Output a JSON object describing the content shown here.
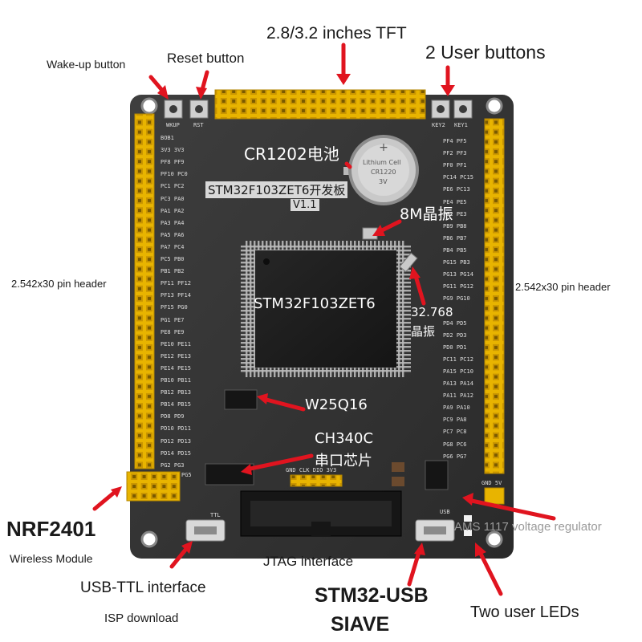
{
  "labels": {
    "wake_up": "Wake-up button",
    "reset": "Reset button",
    "tft": "2.8/3.2 inches TFT",
    "user_buttons": "2 User buttons",
    "header_left": "2.542x30 pin header",
    "header_right": "2.542x30 pin header",
    "nrf": "NRF2401",
    "wireless": "Wireless Module",
    "usb_ttl": "USB-TTL interface",
    "isp": "ISP download",
    "jtag": "JTAG interface",
    "stm32_usb_1": "STM32-USB",
    "stm32_usb_2": "SIAVE",
    "leds": "Two user LEDs",
    "ams": "AMS 1117 voltage regulator"
  },
  "board": {
    "cr1202": "CR1202电池",
    "title": "STM32F103ZET6开发板",
    "version": "V1.1",
    "crystal_8m": "8M晶振",
    "chip": "STM32F103ZET6",
    "crystal_32k_1": "32.768",
    "crystal_32k_2": "晶振",
    "flash": "W25Q16",
    "ch340_1": "CH340C",
    "ch340_2": "串口芯片",
    "battery_1": "Lithium Cell",
    "battery_2": "CR1220",
    "battery_3": "3V",
    "silk_wkup": "WKUP",
    "silk_rst": "RST",
    "silk_key2": "KEY2",
    "silk_key1": "KEY1",
    "silk_ttl": "TTL",
    "silk_usb": "USB",
    "silk_swd": "GND CLK DIO 3V3",
    "silk_gnd5v": "GND 5V",
    "silk_pg5": "PG5",
    "left_pins": [
      "BOB1",
      "3V3 3V3",
      "PF8 PF9",
      "PF10 PC0",
      "PC1 PC2",
      "PC3 PA0",
      "PA1 PA2",
      "PA3 PA4",
      "PA5 PA6",
      "PA7 PC4",
      "PC5 PB0",
      "PB1 PB2",
      "PF11 PF12",
      "PF13 PF14",
      "PF15 PG0",
      "PG1 PE7",
      "PE8 PE9",
      "PE10 PE11",
      "PE12 PE13",
      "PE14 PE15",
      "PB10 PB11",
      "PB12 PB13",
      "PB14 PB15",
      "PD8 PD9",
      "PD10 PD11",
      "PD12 PD13",
      "PD14 PD15",
      "PG2 PG3"
    ],
    "right_pins": [
      "PF4 PF5",
      "PF2 PF3",
      "PF0 PF1",
      "PC14 PC15",
      "PE6 PC13",
      "PE4 PE5",
      "PE2 PE3",
      "PB9 PB8",
      "PB6 PB7",
      "PB4 PB5",
      "PG15 PB3",
      "PG13 PG14",
      "PG11 PG12",
      "PG9 PG10",
      "",
      "PD4 PD5",
      "PD2 PD3",
      "PD0 PD1",
      "PC11 PC12",
      "PA15 PC10",
      "PA13 PA14",
      "PA11 PA12",
      "PA9 PA10",
      "PC9 PA8",
      "PC7 PC8",
      "PG8 PC6",
      "PG6 PG7"
    ]
  }
}
